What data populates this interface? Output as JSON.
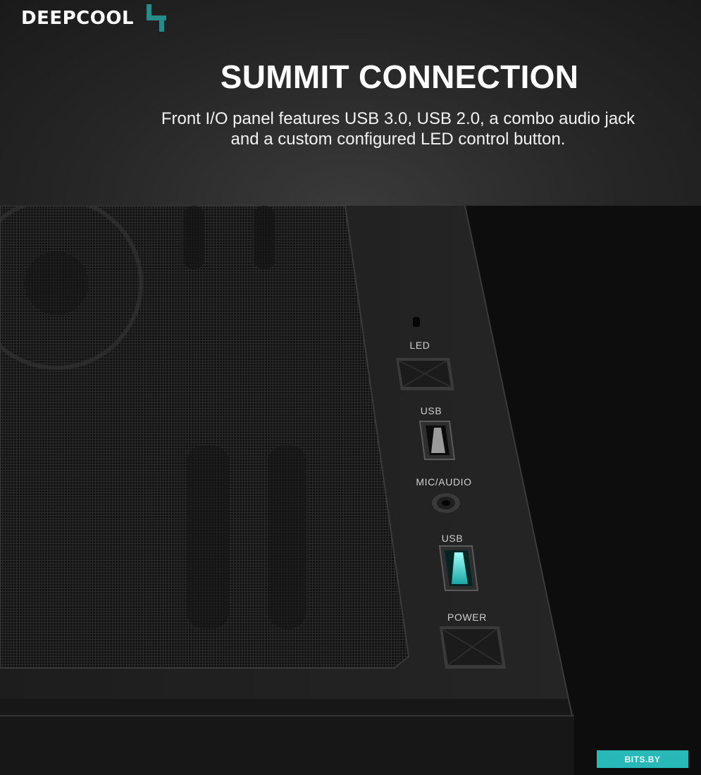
{
  "brand": {
    "name": "DeepCool",
    "accent": "#2a8a8a"
  },
  "heading": {
    "title": "SUMMIT CONNECTION",
    "subtitle_line1": "Front I/O panel features USB 3.0, USB 2.0, a combo audio jack",
    "subtitle_line2": "and a custom configured LED control button."
  },
  "io_panel": {
    "led_label": "LED",
    "usb_top_label": "USB",
    "mic_audio_label": "MIC/AUDIO",
    "usb_bottom_label": "USB",
    "power_label": "POWER",
    "usb3_accent": "#3fd6d2"
  },
  "watermark": {
    "text": "BITS.BY"
  }
}
